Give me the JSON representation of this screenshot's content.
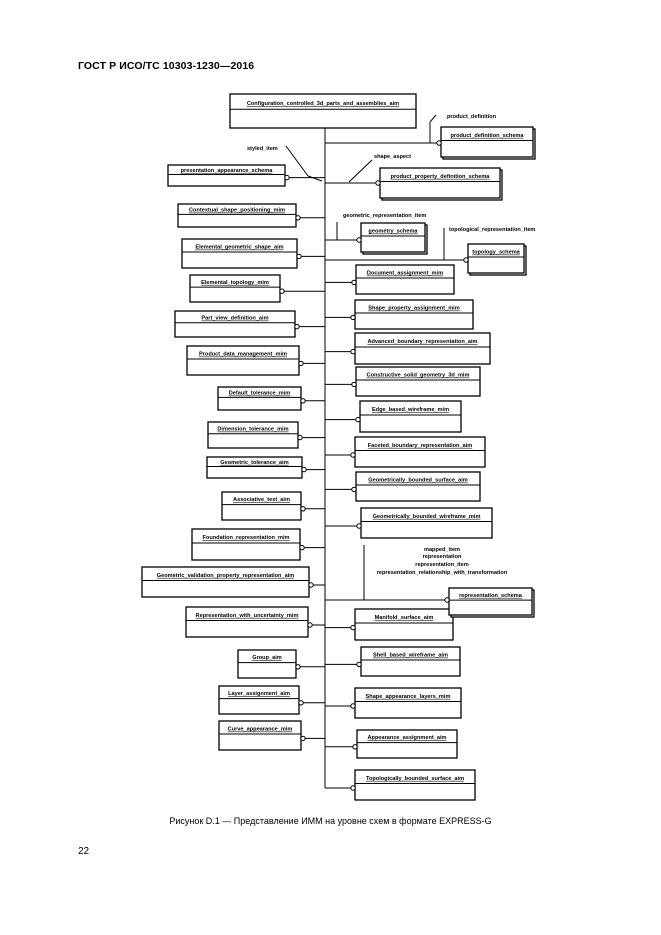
{
  "document": {
    "header": "ГОСТ Р ИСО/ТС 10303-1230—2016",
    "caption": "Рисунок D.1 — Представление ИММ на уровне схем в формате EXPRESS-G",
    "page_number": "22"
  },
  "diagram": {
    "root": "Configuration_controlled_3d_parts_and_assemblies_aim",
    "left": [
      "presentation_appearance_schema",
      "Contextual_shape_positioning_mim",
      "Elemental_geometric_shape_aim",
      "Elemental_topology_mim",
      "Part_view_definition_aim",
      "Product_data_management_mim",
      "Default_tolerance_mim",
      "Dimension_tolerance_mim",
      "Geometric_tolerance_aim",
      "Associative_text_aim",
      "Foundation_representation_mim",
      "Geometric_validation_property_representation_aim",
      "Representation_with_uncertainty_mim",
      "Group_aim",
      "Layer_assignment_aim",
      "Curve_appearance_mim"
    ],
    "right": [
      "Document_assignment_mim",
      "Shape_property_assignment_mim",
      "Advanced_boundary_representation_aim",
      "Constructive_solid_geometry_3d_mim",
      "Edge_based_wireframe_mim",
      "Faceted_boundary_representation_aim",
      "Geometrically_bounded_surface_aim",
      "Geometrically_bounded_wireframe_mim",
      "Manifold_surface_aim",
      "Shell_based_wireframe_aim",
      "Shape_appearance_layers_mim",
      "Appearance_assignment_aim",
      "Topologically_bounded_surface_aim"
    ],
    "schemas": {
      "product_definition": "product_definition_schema",
      "product_property": "product_property_definition_schema",
      "geometry": "geometry_schema",
      "topology": "topology_schema",
      "representation": "representation_schema"
    },
    "labels": {
      "product_definition": "product_definition",
      "styled_item": "styled_item",
      "shape_aspect": "shape_aspect",
      "geometric_representation_item": "geometric_representation_item",
      "topological_representation_item": "topological_representation_item",
      "mapped_item": "mapped_item",
      "representation": "representation",
      "representation_item": "representation_item",
      "representation_relationship": "representation_relationship_with_transformation"
    }
  }
}
